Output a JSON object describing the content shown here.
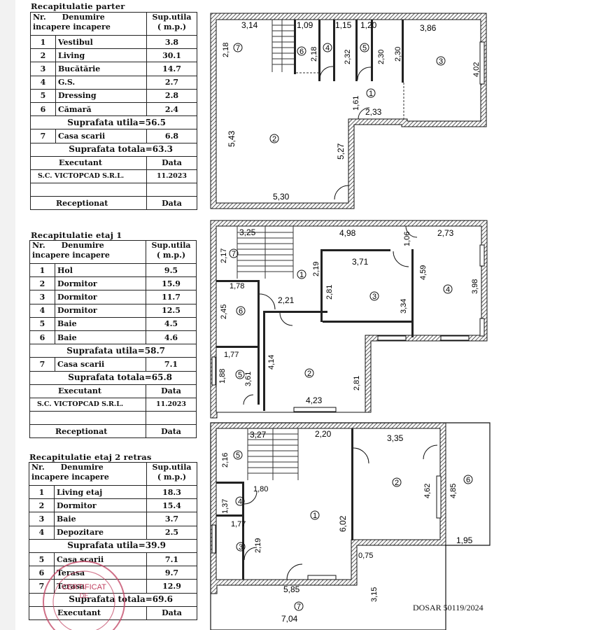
{
  "columns": {
    "nr": "Nr.",
    "denumire": "Denumire",
    "incapere": "incapere",
    "incapere2": "incapere",
    "sup": "Sup.utila",
    "unit": "( m.p.)"
  },
  "sections": [
    {
      "title": "Recapitulatie parter",
      "rooms": [
        {
          "nr": "1",
          "name": "Vestibul",
          "area": "3.8"
        },
        {
          "nr": "2",
          "name": "Living",
          "area": "30.1"
        },
        {
          "nr": "3",
          "name": "Bucătărie",
          "area": "14.7"
        },
        {
          "nr": "4",
          "name": "G.S.",
          "area": "2.7"
        },
        {
          "nr": "5",
          "name": "Dressing",
          "area": "2.8"
        },
        {
          "nr": "6",
          "name": "Cămară",
          "area": "2.4"
        }
      ],
      "suprafata_utila": "Suprafata utila=56.5",
      "extra": [
        {
          "nr": "7",
          "name": "Casa scarii",
          "area": "6.8"
        }
      ],
      "suprafata_totala": "Suprafata totala=63.3",
      "executant": "Executant",
      "data_label": "Data",
      "company": "S.C. VICTOPCAD S.R.L.",
      "date": "11.2023",
      "receptionat": "Receptionat",
      "data_label2": "Data"
    },
    {
      "title": "Recapitulatie etaj 1",
      "rooms": [
        {
          "nr": "1",
          "name": "Hol",
          "area": "9.5"
        },
        {
          "nr": "2",
          "name": "Dormitor",
          "area": "15.9"
        },
        {
          "nr": "3",
          "name": "Dormitor",
          "area": "11.7"
        },
        {
          "nr": "4",
          "name": "Dormitor",
          "area": "12.5"
        },
        {
          "nr": "5",
          "name": "Baie",
          "area": "4.5"
        },
        {
          "nr": "6",
          "name": "Baie",
          "area": "4.6"
        }
      ],
      "suprafata_utila": "Suprafata utila=58.7",
      "extra": [
        {
          "nr": "7",
          "name": "Casa scarii",
          "area": "7.1"
        }
      ],
      "suprafata_totala": "Suprafata totala=65.8",
      "executant": "Executant",
      "data_label": "Data",
      "company": "S.C. VICTOPCAD S.R.L.",
      "date": "11.2023",
      "receptionat": "Receptionat",
      "data_label2": "Data"
    },
    {
      "title": "Recapitulatie etaj 2 retras",
      "rooms": [
        {
          "nr": "1",
          "name": "Living etaj",
          "area": "18.3"
        },
        {
          "nr": "2",
          "name": "Dormitor",
          "area": "15.4"
        },
        {
          "nr": "3",
          "name": "Baie",
          "area": "3.7"
        },
        {
          "nr": "4",
          "name": "Depozitare",
          "area": "2.5"
        }
      ],
      "suprafata_utila": "Suprafata utila=39.9",
      "extra": [
        {
          "nr": "5",
          "name": "Casa scarii",
          "area": "7.1"
        },
        {
          "nr": "6",
          "name": "Terasa",
          "area": "9.7"
        },
        {
          "nr": "7",
          "name": "Terasa",
          "area": "12.9"
        }
      ],
      "suprafata_totala": "Suprafata totala=69.6",
      "executant": "Executant",
      "data_label": "Data"
    }
  ],
  "plans": {
    "parter": {
      "dims": [
        "3,14",
        "1,09",
        "1,15",
        "1,20",
        "3,86",
        "2,18",
        "2,18",
        "2,32",
        "2,30",
        "2,30",
        "4,02",
        "1,61",
        "2,33",
        "5,43",
        "5,27",
        "5,30"
      ],
      "rooms": [
        "7",
        "6",
        "4",
        "5",
        "3",
        "1",
        "2"
      ]
    },
    "etaj1": {
      "dims": [
        "3,25",
        "4,98",
        "1,06",
        "2,73",
        "2,17",
        "2,19",
        "3,71",
        "4,59",
        "3,98",
        "1,78",
        "2,45",
        "2,21",
        "2,81",
        "3,34",
        "1,77",
        "4,14",
        "2,81",
        "1,88",
        "3,61",
        "4,23"
      ],
      "rooms": [
        "7",
        "1",
        "6",
        "3",
        "4",
        "2",
        "5"
      ]
    },
    "etaj2": {
      "dims": [
        "3,27",
        "2,20",
        "3,35",
        "2,16",
        "1,80",
        "1,37",
        "6,02",
        "4,62",
        "4,85",
        "1,77",
        "2,19",
        "1,95",
        "0,75",
        "3,15",
        "5,85",
        "7,04"
      ],
      "rooms": [
        "5",
        "4",
        "1",
        "2",
        "6",
        "3",
        "7"
      ]
    }
  },
  "stamp": {
    "text": "CERTIFICAT",
    "sub": "DE"
  },
  "dosar": "DOSAR 50119/2024"
}
